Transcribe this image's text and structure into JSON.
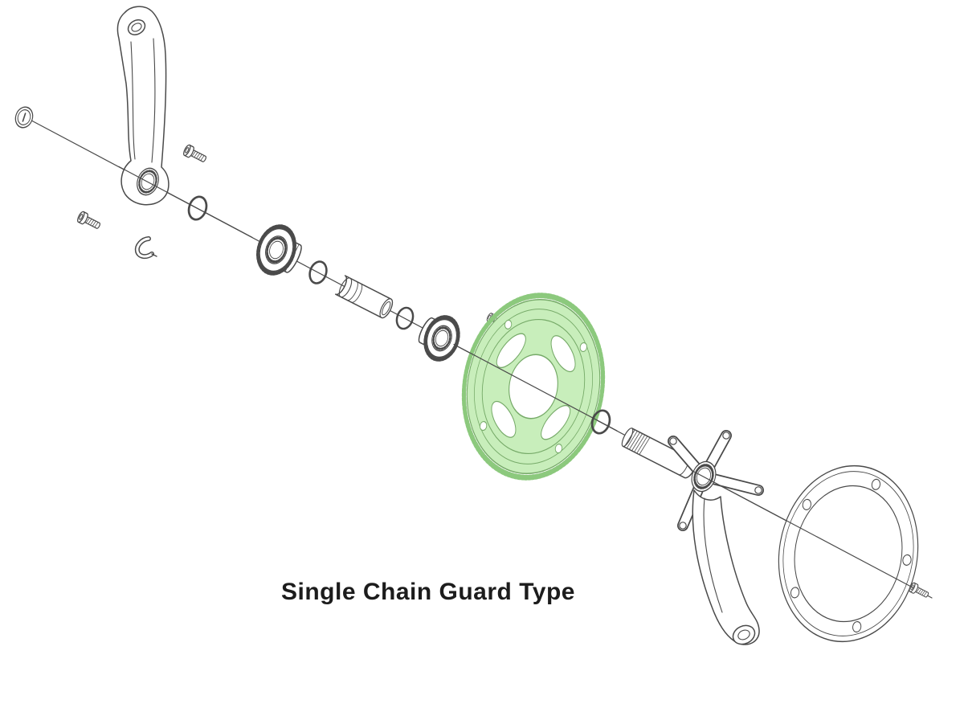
{
  "caption": {
    "text": "Single Chain Guard Type"
  },
  "diagram": {
    "type": "exploded-parts-diagram",
    "subject": "bicycle-crankset-single-chain-guard",
    "background": "#ffffff",
    "line_color": "#4a4a4a",
    "highlight_fill": "#c8eebb",
    "highlight_stroke": "#76aa68",
    "teeth_stroke": "#8cc97d",
    "highlighted_part": "chainring",
    "parts": [
      "crank-cap",
      "left-crank-arm",
      "pinch-bolt-upper",
      "pinch-bolt-lower",
      "safety-plate",
      "o-ring-1",
      "bb-cup-left",
      "o-ring-2",
      "bb-sleeve",
      "o-ring-3",
      "bb-cup-right",
      "chainring-bolt",
      "chainring",
      "o-ring-4",
      "spindle",
      "right-crank-arm",
      "chain-guard",
      "guard-bolt"
    ]
  }
}
